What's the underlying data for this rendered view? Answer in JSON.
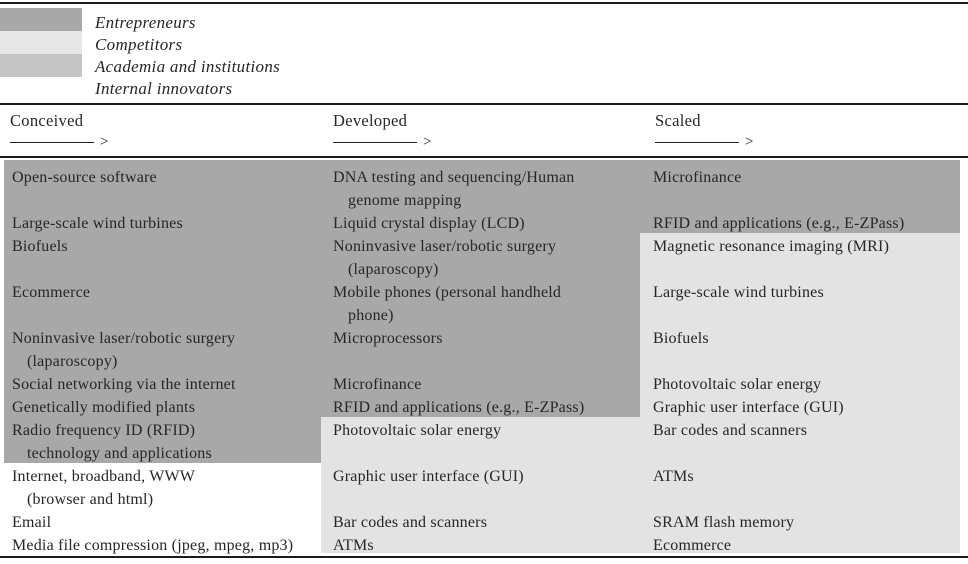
{
  "palette": {
    "entrepreneurs": "#a8a8a8",
    "competitors": "#e7e7e7",
    "academia": "#c5c5c5",
    "internal": "#ffffff",
    "region_light": "#e3e3e3",
    "text": "#262626",
    "rule": "#1b1b1b"
  },
  "legend": {
    "items": [
      {
        "label": "Entrepreneurs",
        "color": "#a8a8a8"
      },
      {
        "label": "Competitors",
        "color": "#e7e7e7"
      },
      {
        "label": "Academia and institutions",
        "color": "#c5c5c5"
      },
      {
        "label": "Internal innovators",
        "color": "#ffffff"
      }
    ]
  },
  "stages": [
    {
      "label": "Conceived",
      "arrow_char": ">"
    },
    {
      "label": "Developed",
      "arrow_char": ">"
    },
    {
      "label": "Scaled",
      "arrow_char": ">"
    }
  ],
  "columns": [
    {
      "stage": "Conceived",
      "items": [
        {
          "rows": [
            0
          ],
          "lines": [
            "Open-source software"
          ]
        },
        {
          "rows": [
            2
          ],
          "lines": [
            "Large-scale wind turbines"
          ]
        },
        {
          "rows": [
            3
          ],
          "lines": [
            "Biofuels"
          ]
        },
        {
          "rows": [
            5
          ],
          "lines": [
            "Ecommerce"
          ]
        },
        {
          "rows": [
            7,
            8
          ],
          "lines": [
            "Noninvasive laser/robotic surgery",
            "(laparoscopy)"
          ]
        },
        {
          "rows": [
            9
          ],
          "lines": [
            "Social networking via the internet"
          ]
        },
        {
          "rows": [
            10
          ],
          "lines": [
            "Genetically modified plants"
          ]
        },
        {
          "rows": [
            11,
            12
          ],
          "lines": [
            "Radio frequency ID (RFID)",
            "technology and applications"
          ]
        },
        {
          "rows": [
            13,
            14
          ],
          "lines": [
            "Internet, broadband, WWW",
            "(browser and html)"
          ]
        },
        {
          "rows": [
            15
          ],
          "lines": [
            "Email"
          ]
        },
        {
          "rows": [
            16
          ],
          "lines": [
            "Media file compression (jpeg, mpeg, mp3)"
          ]
        }
      ]
    },
    {
      "stage": "Developed",
      "items": [
        {
          "rows": [
            0,
            1
          ],
          "lines": [
            "DNA testing and sequencing/Human",
            "genome mapping"
          ]
        },
        {
          "rows": [
            2
          ],
          "lines": [
            "Liquid crystal display (LCD)"
          ]
        },
        {
          "rows": [
            3,
            4
          ],
          "lines": [
            "Noninvasive laser/robotic surgery",
            "(laparoscopy)"
          ]
        },
        {
          "rows": [
            5,
            6
          ],
          "lines": [
            "Mobile phones (personal handheld",
            "phone)"
          ]
        },
        {
          "rows": [
            7
          ],
          "lines": [
            "Microprocessors"
          ]
        },
        {
          "rows": [
            9
          ],
          "lines": [
            "Microfinance"
          ]
        },
        {
          "rows": [
            10
          ],
          "lines": [
            "RFID and applications (e.g., E-ZPass)"
          ]
        },
        {
          "rows": [
            11
          ],
          "lines": [
            "Photovoltaic solar energy"
          ]
        },
        {
          "rows": [
            13
          ],
          "lines": [
            "Graphic user interface (GUI)"
          ]
        },
        {
          "rows": [
            15
          ],
          "lines": [
            "Bar codes and scanners"
          ]
        },
        {
          "rows": [
            16
          ],
          "lines": [
            "ATMs"
          ]
        }
      ]
    },
    {
      "stage": "Scaled",
      "items": [
        {
          "rows": [
            0
          ],
          "lines": [
            "Microfinance"
          ]
        },
        {
          "rows": [
            2
          ],
          "lines": [
            "RFID and applications (e.g., E-ZPass)"
          ]
        },
        {
          "rows": [
            3
          ],
          "lines": [
            "Magnetic resonance imaging (MRI)"
          ]
        },
        {
          "rows": [
            5
          ],
          "lines": [
            "Large-scale wind turbines"
          ]
        },
        {
          "rows": [
            7
          ],
          "lines": [
            "Biofuels"
          ]
        },
        {
          "rows": [
            9
          ],
          "lines": [
            "Photovoltaic solar energy"
          ]
        },
        {
          "rows": [
            10
          ],
          "lines": [
            "Graphic user interface (GUI)"
          ]
        },
        {
          "rows": [
            11
          ],
          "lines": [
            "Bar codes and scanners"
          ]
        },
        {
          "rows": [
            13
          ],
          "lines": [
            "ATMs"
          ]
        },
        {
          "rows": [
            15
          ],
          "lines": [
            "SRAM flash memory"
          ]
        },
        {
          "rows": [
            16
          ],
          "lines": [
            "Ecommerce"
          ]
        }
      ]
    }
  ]
}
